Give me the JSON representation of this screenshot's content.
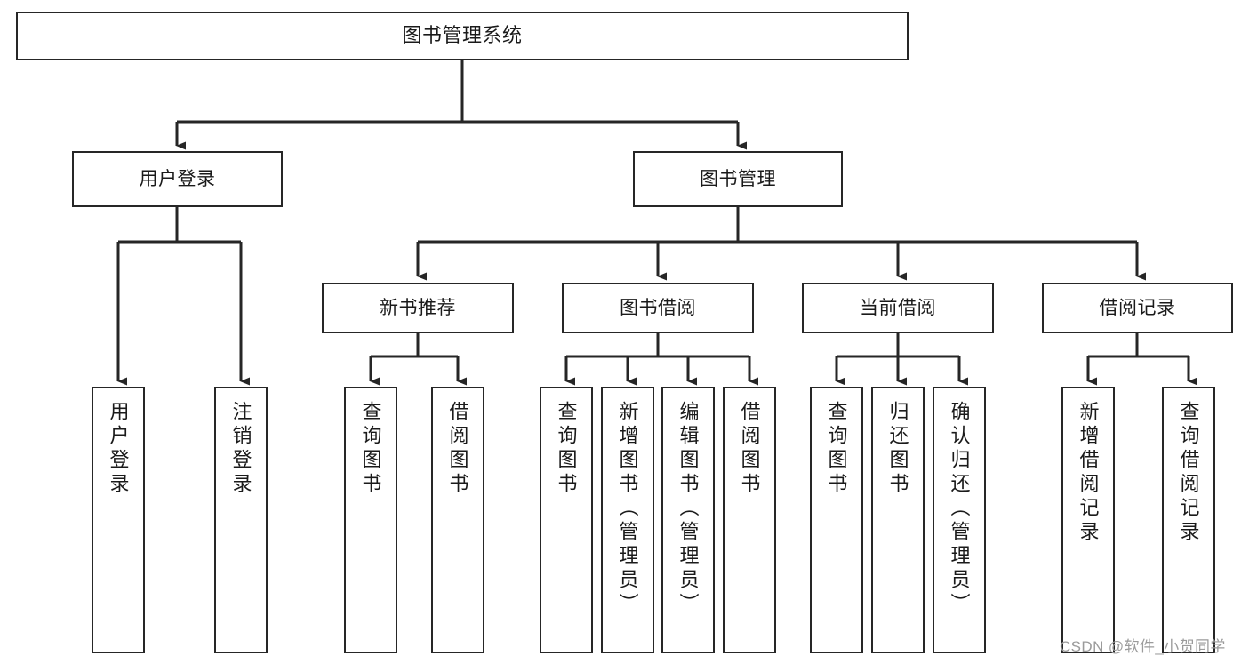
{
  "diagram": {
    "title": "图书管理系统",
    "type": "tree-hierarchy-chart",
    "watermark": "CSDN @软件_小贺同学",
    "line_color": "#262626",
    "text_color": "#1a1a1a",
    "background_color": "#ffffff"
  },
  "nodes": {
    "root": {
      "label": "图书管理系统"
    },
    "level2": [
      {
        "id": "user-login",
        "label": "用户登录"
      },
      {
        "id": "book-management",
        "label": "图书管理"
      }
    ],
    "level3": [
      {
        "id": "new-book-recommend",
        "label": "新书推荐"
      },
      {
        "id": "book-borrow",
        "label": "图书借阅"
      },
      {
        "id": "current-borrow",
        "label": "当前借阅"
      },
      {
        "id": "borrow-record",
        "label": "借阅记录"
      }
    ],
    "leaves": {
      "user_login": [
        {
          "id": "leaf-user-login",
          "label": "用户登录"
        },
        {
          "id": "leaf-logout-login",
          "label": "注销登录"
        }
      ],
      "new_book_recommend": [
        {
          "id": "leaf-query-book-1",
          "label": "查询图书"
        },
        {
          "id": "leaf-borrow-book-1",
          "label": "借阅图书"
        }
      ],
      "book_borrow": [
        {
          "id": "leaf-query-book-2",
          "label": "查询图书"
        },
        {
          "id": "leaf-add-book",
          "label": "新增图书（管理员）"
        },
        {
          "id": "leaf-edit-book",
          "label": "编辑图书（管理员）"
        },
        {
          "id": "leaf-borrow-book-2",
          "label": "借阅图书"
        }
      ],
      "current_borrow": [
        {
          "id": "leaf-query-book-3",
          "label": "查询图书"
        },
        {
          "id": "leaf-return-book",
          "label": "归还图书"
        },
        {
          "id": "leaf-confirm-return",
          "label": "确认归还（管理员）"
        }
      ],
      "borrow_record": [
        {
          "id": "leaf-add-record",
          "label": "新增借阅记录"
        },
        {
          "id": "leaf-query-record",
          "label": "查询借阅记录"
        }
      ]
    }
  }
}
